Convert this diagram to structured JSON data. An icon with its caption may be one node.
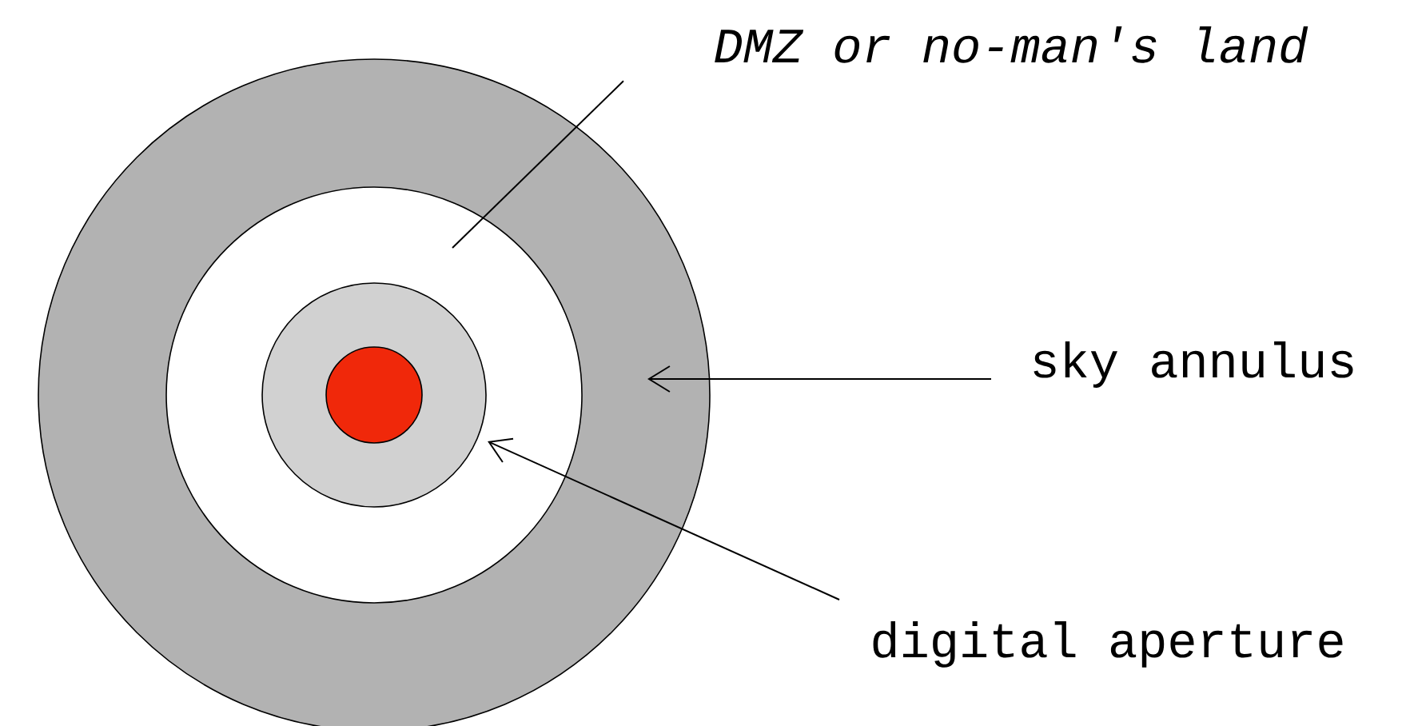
{
  "diagram": {
    "nodes": [
      {
        "text": [],
        "shape": "circle"
      },
      {
        "text": [],
        "shape": "circle",
        "in": 0
      },
      {
        "text": [],
        "shape": "circle",
        "in": 1
      },
      {
        "text": [],
        "shape": "circle",
        "in": 2
      },
      {
        "text": [
          "DMZ or no-man's land"
        ]
      },
      {
        "text": [
          "sky annulus"
        ]
      },
      {
        "text": [
          "digital aperture"
        ]
      }
    ],
    "edges": [
      {
        "from": 4,
        "to": 1,
        "arrow": "none"
      },
      {
        "from": 5,
        "to": 0,
        "arrow": "to"
      },
      {
        "from": 6,
        "to": 2,
        "arrow": "to"
      }
    ]
  }
}
